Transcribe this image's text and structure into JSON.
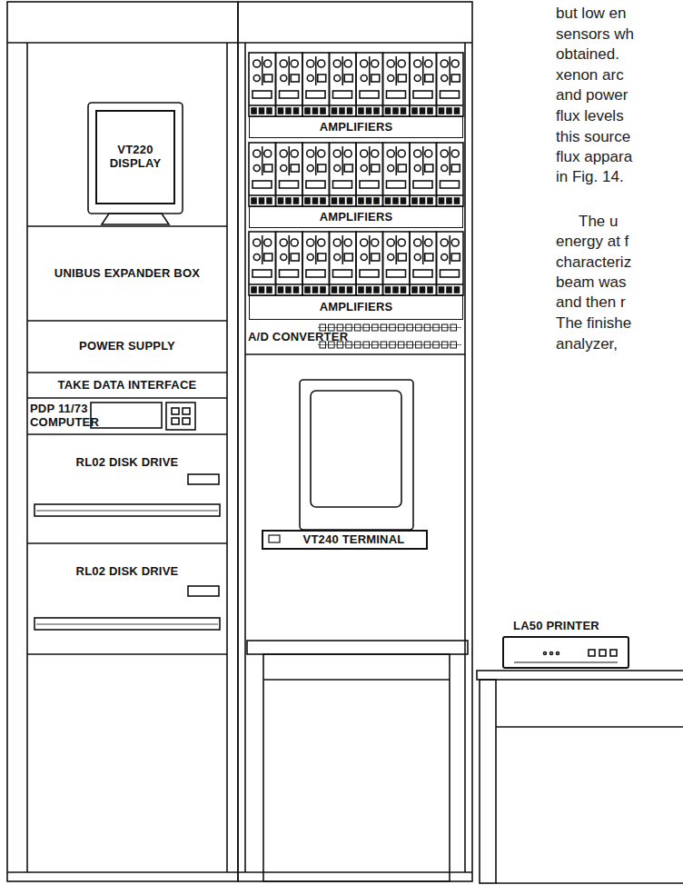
{
  "diagram": {
    "nodes": [
      {
        "text": [
          "VT220 DISPLAY"
        ]
      },
      {
        "text": [
          "UNIBUS EXPANDER BOX"
        ]
      },
      {
        "text": [
          "POWER SUPPLY"
        ]
      },
      {
        "text": [
          "TAKE DATA INTERFACE"
        ]
      },
      {
        "text": [
          "PDP 11/73 COMPUTER"
        ]
      },
      {
        "text": [
          "RL02 DISK DRIVE"
        ]
      },
      {
        "text": [
          "RL02 DISK DRIVE"
        ]
      },
      {
        "text": [
          "AMPLIFIERS"
        ]
      },
      {
        "text": [
          "AMPLIFIERS"
        ]
      },
      {
        "text": [
          "AMPLIFIERS"
        ]
      },
      {
        "text": [
          "A/D CONVERTER"
        ]
      },
      {
        "text": [
          "VT240 TERMINAL"
        ]
      },
      {
        "text": [
          "LA50 PRINTER"
        ]
      }
    ],
    "labels": [
      "but low en",
      "sensors wh",
      "obtained.",
      "xenon arc",
      "and power",
      "flux levels",
      "this source",
      "flux appara",
      "in Fig. 14.",
      "The u",
      "energy at f",
      "characteriz",
      "beam was",
      "and then r",
      "The finishe",
      "analyzer,"
    ]
  }
}
